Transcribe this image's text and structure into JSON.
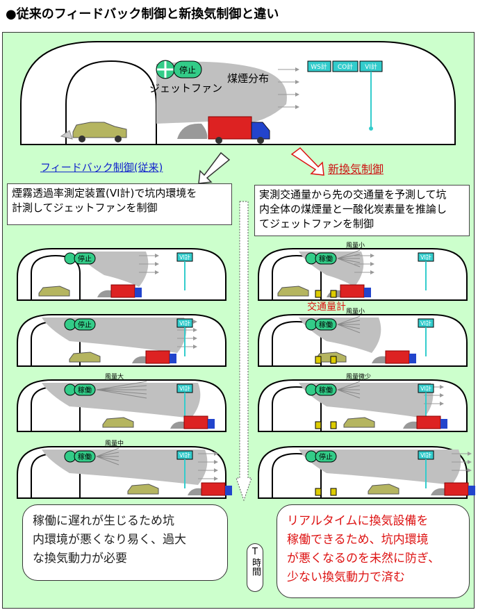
{
  "title": "●従来のフィードバック制御と新換気制御と違い",
  "main_scene": {
    "status": "停止",
    "fan_label": "ジェットファン",
    "smoke_label": "煤煙分布",
    "sensors": [
      "WS計",
      "CO計",
      "VI計"
    ]
  },
  "feedback": {
    "title": "フィードバック制御(従来)",
    "description": [
      "煙霧透過率測定装置(VI計)で坑内環境を",
      "計測してジェットファンを制御"
    ],
    "conclusion": [
      "稼働に遅れが生じるため坑",
      "内環境が悪くなり易く、過大",
      "な換気動力が必要"
    ],
    "panels": [
      {
        "status": "停止",
        "airflow": "",
        "sensor": "VI計"
      },
      {
        "status": "停止",
        "airflow": "",
        "sensor": "VI計"
      },
      {
        "status": "稼働",
        "airflow": "風量大",
        "sensor": "VI計"
      },
      {
        "status": "稼働",
        "airflow": "風量中",
        "sensor": "VI計"
      }
    ]
  },
  "new_control": {
    "title": "新換気制御",
    "description": [
      "実測交通量から先の交通量を予測して坑",
      "内全体の煤煙量と一酸化炭素量を推論し",
      "てジェットファンを制御"
    ],
    "conclusion": [
      "リアルタイムに換気設備を",
      "稼働できるため、坑内環境",
      "が悪くなるのを未然に防ぎ、",
      "少ない換気動力で済む"
    ],
    "traffic_counter": "交通量計",
    "panels": [
      {
        "status": "稼働",
        "airflow": "風量小",
        "sensor": "VI計"
      },
      {
        "status": "稼働",
        "airflow": "風量小",
        "sensor": "VI計"
      },
      {
        "status": "稼働",
        "airflow": "風量微少",
        "sensor": "VI計"
      },
      {
        "status": "停止",
        "airflow": "",
        "sensor": "VI計"
      }
    ]
  },
  "time_axis": {
    "letter": "T",
    "label": "時間"
  },
  "colors": {
    "panel_bg": "#ccffcc",
    "smoke": "#c0c0c0",
    "sensor": "#33cccc",
    "new_accent": "#dd1111",
    "feedback_accent": "#1122cc"
  }
}
